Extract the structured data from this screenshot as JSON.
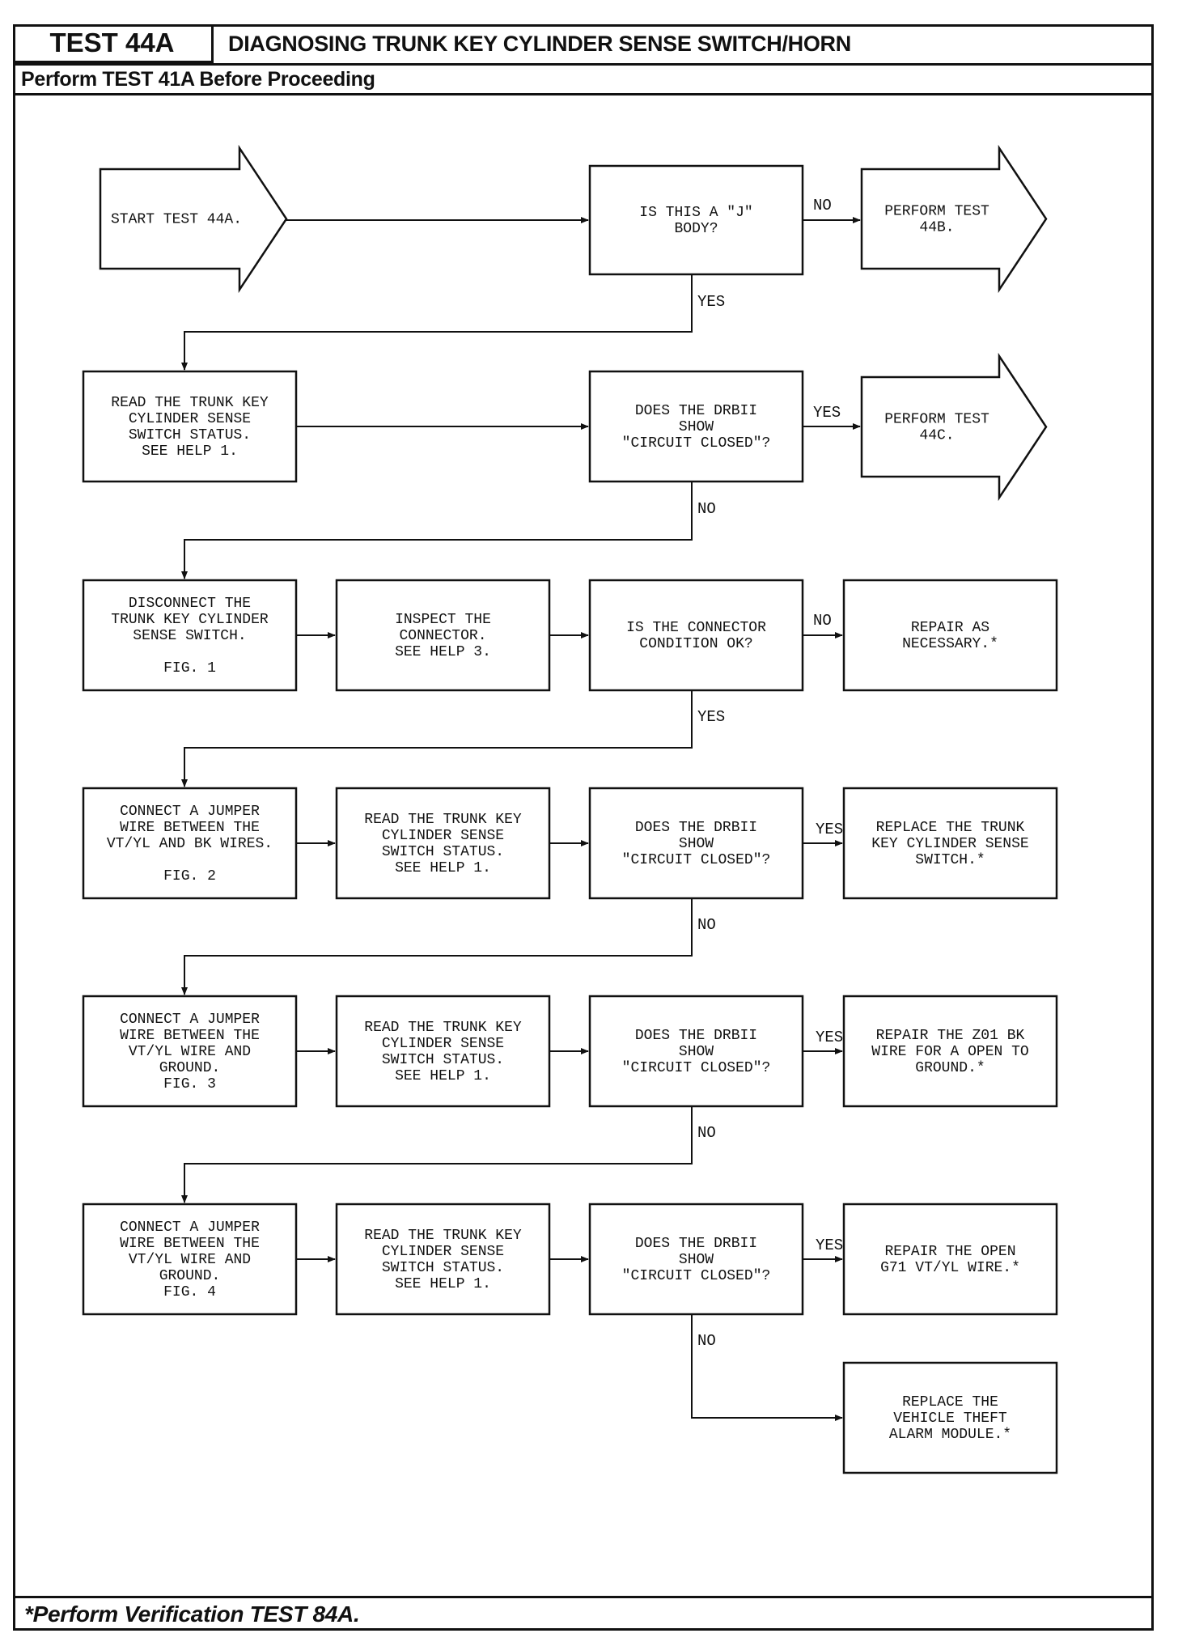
{
  "header": {
    "test_id": "TEST 44A",
    "title": "DIAGNOSING TRUNK KEY CYLINDER SENSE SWITCH/HORN",
    "prerequisite": "Perform TEST 41A Before Proceeding"
  },
  "footer": {
    "note": "*Perform Verification TEST 84A."
  },
  "nodes": {
    "start": {
      "lines": [
        "START TEST 44A."
      ]
    },
    "q_j_body": {
      "lines": [
        "IS THIS A \"J\"",
        "BODY?"
      ]
    },
    "perform_44b": {
      "lines": [
        "PERFORM TEST",
        "44B."
      ]
    },
    "read_status_1": {
      "lines": [
        "READ THE TRUNK KEY",
        "CYLINDER SENSE",
        "SWITCH STATUS.",
        "SEE HELP 1."
      ]
    },
    "q_drbii_1": {
      "lines": [
        "DOES THE DRBII",
        "SHOW",
        "\"CIRCUIT CLOSED\"?"
      ]
    },
    "perform_44c": {
      "lines": [
        "PERFORM TEST",
        "44C."
      ]
    },
    "disconnect": {
      "lines": [
        "DISCONNECT THE",
        "TRUNK KEY CYLINDER",
        "SENSE SWITCH.",
        "",
        "FIG. 1"
      ]
    },
    "inspect": {
      "lines": [
        "INSPECT THE",
        "CONNECTOR.",
        "SEE HELP 3."
      ]
    },
    "q_connector": {
      "lines": [
        "IS THE CONNECTOR",
        "CONDITION OK?"
      ]
    },
    "repair_necessary": {
      "lines": [
        "REPAIR AS",
        "NECESSARY.*"
      ]
    },
    "jumper_1": {
      "lines": [
        "CONNECT A JUMPER",
        "WIRE BETWEEN THE",
        "VT/YL AND BK WIRES.",
        "",
        "FIG. 2"
      ]
    },
    "read_status_2": {
      "lines": [
        "READ THE TRUNK KEY",
        "CYLINDER SENSE",
        "SWITCH STATUS.",
        "SEE HELP 1."
      ]
    },
    "q_drbii_2": {
      "lines": [
        "DOES THE DRBII",
        "SHOW",
        "\"CIRCUIT CLOSED\"?"
      ]
    },
    "replace_switch": {
      "lines": [
        "REPLACE THE TRUNK",
        "KEY CYLINDER SENSE",
        "SWITCH.*"
      ]
    },
    "jumper_2": {
      "lines": [
        "CONNECT A JUMPER",
        "WIRE BETWEEN THE",
        "VT/YL WIRE AND",
        "GROUND.",
        "FIG. 3"
      ]
    },
    "read_status_3": {
      "lines": [
        "READ THE TRUNK KEY",
        "CYLINDER SENSE",
        "SWITCH STATUS.",
        "SEE HELP 1."
      ]
    },
    "q_drbii_3": {
      "lines": [
        "DOES THE DRBII",
        "SHOW",
        "\"CIRCUIT CLOSED\"?"
      ]
    },
    "repair_z01": {
      "lines": [
        "REPAIR THE Z01 BK",
        "WIRE FOR A OPEN TO",
        "GROUND.*"
      ]
    },
    "jumper_3": {
      "lines": [
        "CONNECT A JUMPER",
        "WIRE BETWEEN THE",
        "VT/YL WIRE AND",
        "GROUND.",
        "FIG. 4"
      ]
    },
    "read_status_4": {
      "lines": [
        "READ THE TRUNK KEY",
        "CYLINDER SENSE",
        "SWITCH STATUS.",
        "SEE HELP 1."
      ]
    },
    "q_drbii_4": {
      "lines": [
        "DOES THE DRBII",
        "SHOW",
        "\"CIRCUIT CLOSED\"?"
      ]
    },
    "repair_g71": {
      "lines": [
        "REPAIR THE OPEN",
        "G71 VT/YL WIRE.*"
      ]
    },
    "replace_module": {
      "lines": [
        "REPLACE THE",
        "VEHICLE THEFT",
        "ALARM MODULE.*"
      ]
    }
  },
  "edge_labels": {
    "j_no": "NO",
    "j_yes": "YES",
    "drbii1_yes": "YES",
    "drbii1_no": "NO",
    "conn_no": "NO",
    "conn_yes": "YES",
    "drbii2_yes": "YES",
    "drbii2_no": "NO",
    "drbii3_yes": "YES",
    "drbii3_no": "NO",
    "drbii4_yes": "YES",
    "drbii4_no": "NO"
  }
}
